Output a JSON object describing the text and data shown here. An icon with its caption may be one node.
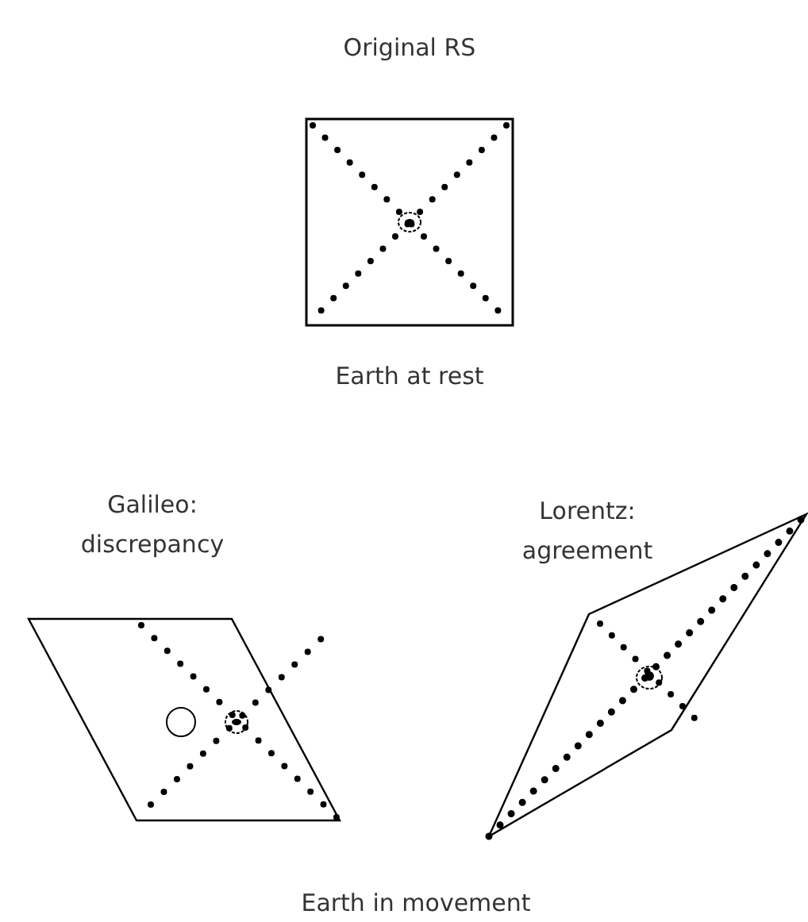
{
  "diagram": {
    "labels": [
      "Original RS",
      "Earth at rest",
      "Galileo: discrepancy",
      "Lorentz: agreement",
      "Earth in movement"
    ]
  }
}
